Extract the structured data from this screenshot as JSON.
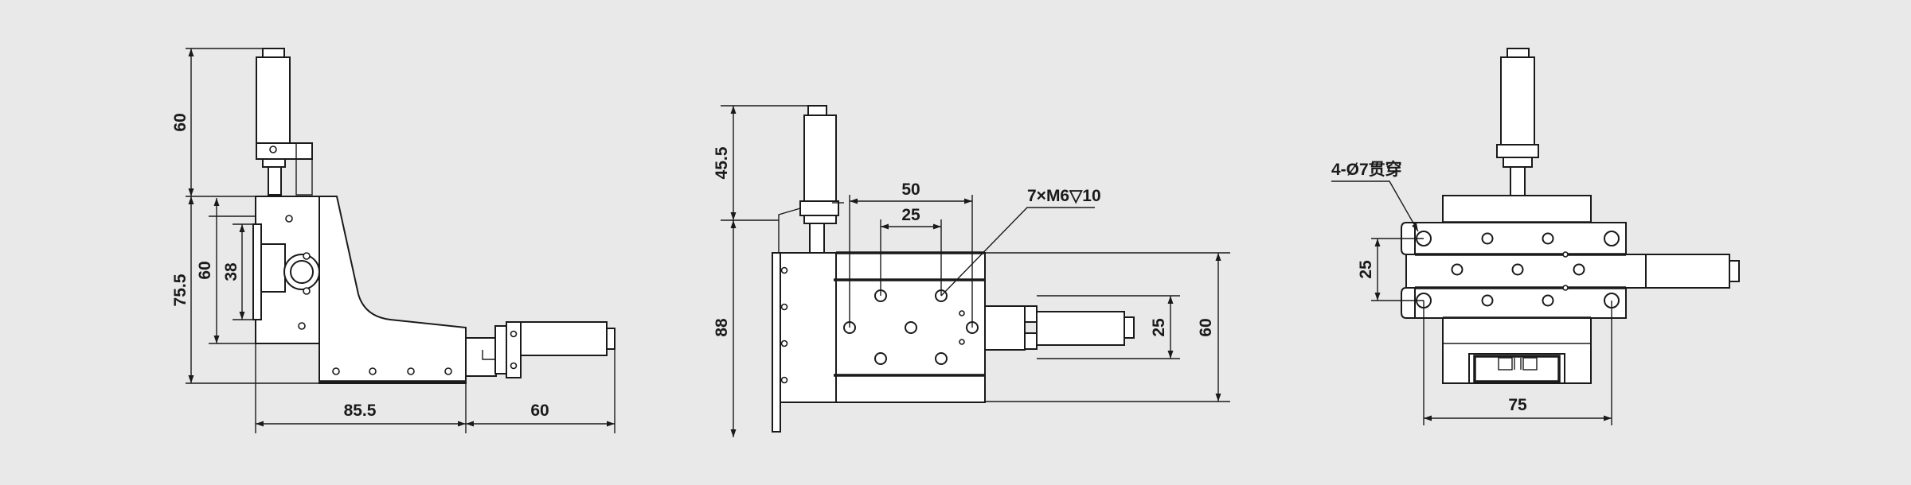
{
  "side_view": {
    "dims": {
      "top_height": "60",
      "total_height": "75.5",
      "body_height": "60",
      "inner_height": "38",
      "base_length": "85.5",
      "micrometer_length": "60"
    }
  },
  "front_view": {
    "dims": {
      "top_height": "45.5",
      "total_height": "88",
      "hole_span": "50",
      "hole_pitch": "25",
      "thread_callout": "7×M6▽10",
      "vertical_pitch": "25",
      "vertical_span": "60"
    }
  },
  "top_view": {
    "dims": {
      "through_hole_callout": "4-Ø7贯穿",
      "hole_pitch_vertical": "25",
      "base_width": "75"
    }
  },
  "colors": {
    "background": "#e9e9e9",
    "line": "#1a1a1a",
    "part_fill": "#ffffff"
  }
}
